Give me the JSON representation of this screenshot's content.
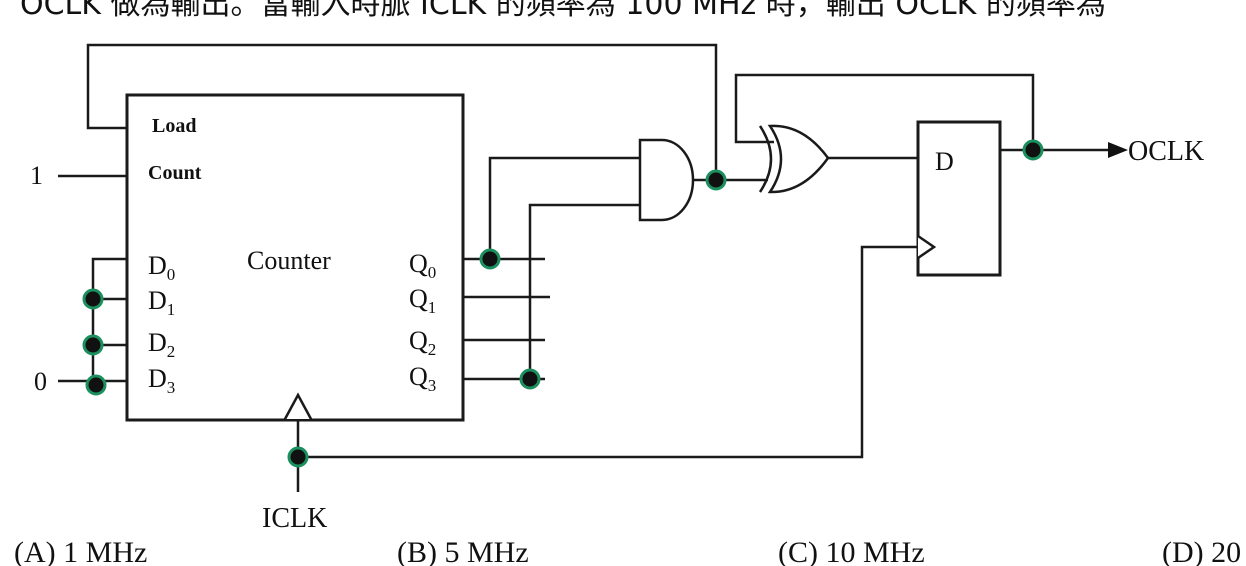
{
  "question_fragment": "OCLK 做為輸出。當輸入時脈 ICLK 的頻率為 100 MHz 時，輸出 OCLK 的頻率為",
  "counter": {
    "name": "Counter",
    "load_label": "Load",
    "count_label": "Count",
    "inputs": [
      "D",
      "D",
      "D",
      "D"
    ],
    "input_subs": [
      "0",
      "1",
      "2",
      "3"
    ],
    "outputs": [
      "Q",
      "Q",
      "Q",
      "Q"
    ],
    "output_subs": [
      "0",
      "1",
      "2",
      "3"
    ]
  },
  "constants": {
    "count_value": "1",
    "data_value": "0"
  },
  "flipflop": {
    "d_label": "D"
  },
  "signals": {
    "output": "OCLK",
    "clock_input": "ICLK"
  },
  "options": [
    "(A) 1 MHz",
    "(B) 5 MHz",
    "(C) 10 MHz",
    "(D) 20"
  ],
  "colors": {
    "junction_ring": "#1b8f5e",
    "wire": "#1a1a1a"
  }
}
